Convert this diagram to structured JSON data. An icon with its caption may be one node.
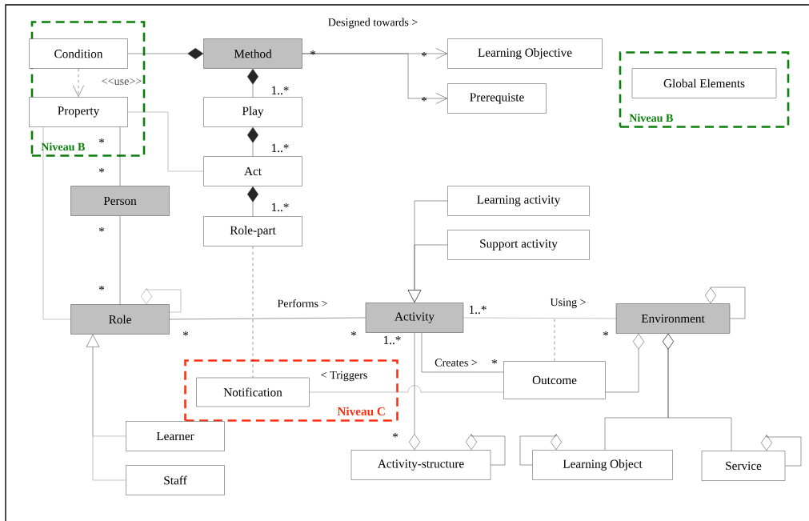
{
  "diagram": {
    "nodes": [
      {
        "text": [
          "Niveau B"
        ]
      },
      {
        "text": [
          "Condition"
        ],
        "in": 0
      },
      {
        "text": [
          "Property"
        ],
        "in": 0
      },
      {
        "text": [
          "Method"
        ]
      },
      {
        "text": [
          "Learning Objective"
        ]
      },
      {
        "text": [
          "Prerequiste"
        ]
      },
      {
        "text": [
          "Niveau B"
        ]
      },
      {
        "text": [
          "Global Elements"
        ],
        "in": 6
      },
      {
        "text": [
          "Play"
        ]
      },
      {
        "text": [
          "Act"
        ]
      },
      {
        "text": [
          "Person"
        ]
      },
      {
        "text": [
          "Role-part"
        ]
      },
      {
        "text": [
          "Learning activity"
        ]
      },
      {
        "text": [
          "Support activity"
        ]
      },
      {
        "text": [
          "Role"
        ]
      },
      {
        "text": [
          "Activity"
        ]
      },
      {
        "text": [
          "Environment"
        ]
      },
      {
        "text": [
          "Niveau C"
        ]
      },
      {
        "text": [
          "Notification"
        ],
        "in": 17
      },
      {
        "text": [
          "Outcome"
        ]
      },
      {
        "text": [
          "Learner"
        ]
      },
      {
        "text": [
          "Staff"
        ]
      },
      {
        "text": [
          "Activity-structure"
        ]
      },
      {
        "text": [
          "Learning Object"
        ]
      },
      {
        "text": [
          "Service"
        ]
      }
    ],
    "edges": [
      {
        "from": 1,
        "to": 3,
        "arrow": "other"
      },
      {
        "from": 1,
        "to": 2,
        "arrow": "to",
        "label": "<<use>>",
        "style": "dashed"
      },
      {
        "from": 3,
        "to": 4,
        "arrow": "to",
        "label": "Designed towards >"
      },
      {
        "from": 3,
        "to": 5,
        "arrow": "to"
      },
      {
        "from": 8,
        "to": 3,
        "arrow": "other"
      },
      {
        "from": 9,
        "to": 8,
        "arrow": "other"
      },
      {
        "from": 11,
        "to": 9,
        "arrow": "other"
      },
      {
        "from": 2,
        "to": 9,
        "arrow": "none",
        "color": "#808080"
      },
      {
        "from": 2,
        "to": 10,
        "arrow": "none"
      },
      {
        "from": 10,
        "to": 14,
        "arrow": "none"
      },
      {
        "from": 2,
        "to": 14,
        "arrow": "none",
        "color": "#808080"
      },
      {
        "from": 14,
        "to": 14,
        "arrow": "other",
        "color": "#808080"
      },
      {
        "from": 20,
        "to": 14,
        "arrow": "to",
        "color": "#808080"
      },
      {
        "from": 21,
        "to": 14,
        "arrow": "to",
        "color": "#808080"
      },
      {
        "from": 14,
        "to": 15,
        "arrow": "none",
        "label": "Performs >"
      },
      {
        "from": 11,
        "to": 18,
        "arrow": "none",
        "style": "dashed"
      },
      {
        "from": 12,
        "to": 15,
        "arrow": "to"
      },
      {
        "from": 13,
        "to": 15,
        "arrow": "to"
      },
      {
        "from": 15,
        "to": 16,
        "arrow": "none",
        "label": "Using >",
        "color": "#808080"
      },
      {
        "from": 19,
        "to": null,
        "arrow": "none",
        "style": "dashed"
      },
      {
        "from": 15,
        "to": 19,
        "arrow": "none",
        "label": "Creates >"
      },
      {
        "from": 18,
        "to": 19,
        "arrow": "none",
        "label": "< Triggers",
        "color": "#808080"
      },
      {
        "from": 19,
        "to": 16,
        "arrow": "other"
      },
      {
        "from": 23,
        "to": 16,
        "arrow": "other"
      },
      {
        "from": 24,
        "to": 16,
        "arrow": "other"
      },
      {
        "from": 15,
        "to": 22,
        "arrow": "other"
      },
      {
        "from": 22,
        "to": 22,
        "arrow": "other"
      },
      {
        "from": 16,
        "to": 16,
        "arrow": "other"
      },
      {
        "from": 23,
        "to": 23,
        "arrow": "other"
      },
      {
        "from": 24,
        "to": 24,
        "arrow": "other"
      }
    ],
    "labels": [
      "*",
      "*",
      "1..*",
      "*",
      "*",
      "1..*",
      "*",
      "1..*",
      "*",
      "*",
      "1..*",
      "*",
      "*",
      "*",
      "1..*",
      "*",
      "*"
    ]
  }
}
